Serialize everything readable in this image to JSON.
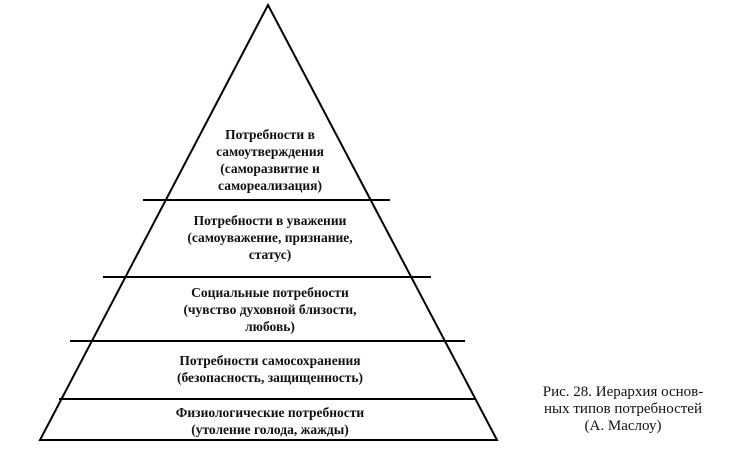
{
  "pyramid": {
    "levels": [
      {
        "lines": [
          "Потребности в",
          "самоутверждения",
          "(саморазвитие и",
          "самореализация)"
        ]
      },
      {
        "lines": [
          "Потребности в уважении",
          "(самоуважение, признание,",
          "статус)"
        ]
      },
      {
        "lines": [
          "Социальные потребности",
          "(чувство духовной близости,",
          "любовь)"
        ]
      },
      {
        "lines": [
          "Потребности самосохранения",
          "(безопасность, защищенность)"
        ]
      },
      {
        "lines": [
          "Физиологические потребности",
          "(утоление голода, жажды)"
        ]
      }
    ]
  },
  "caption": {
    "lines": [
      "Рис. 28. Иерархия основ-",
      "ных типов потребностей",
      "(А. Маслоу)"
    ]
  }
}
